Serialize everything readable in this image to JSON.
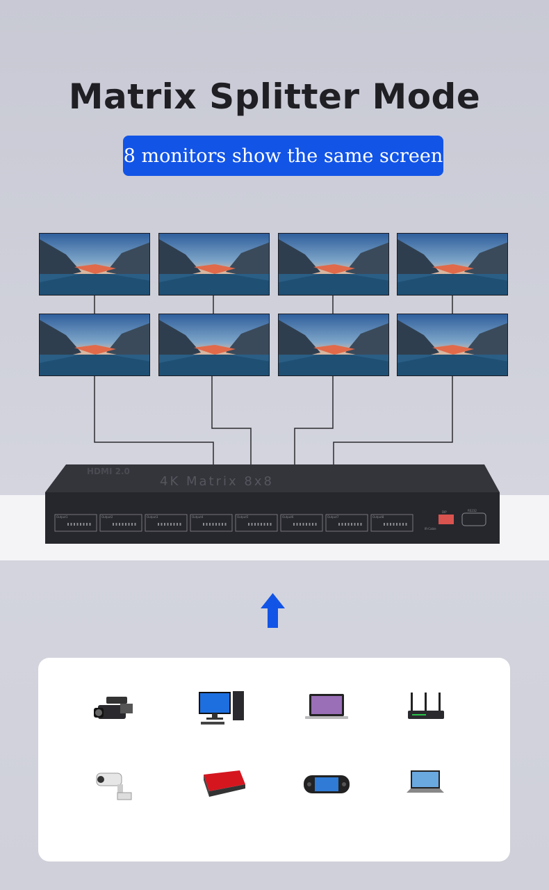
{
  "title": "Matrix Splitter Mode",
  "subtitle": "8 monitors show the same screen",
  "device": {
    "brand": "HDMI 2.0",
    "model": "4K Matrix 8x8",
    "outputs": [
      "Output1",
      "Output2",
      "Output3",
      "Output4",
      "Output5",
      "Output6",
      "Output7",
      "Output8"
    ],
    "ports": [
      "IR-Cable",
      "DIP",
      "RS232"
    ]
  },
  "monitors": [
    "monitor-1",
    "monitor-2",
    "monitor-3",
    "monitor-4",
    "monitor-5",
    "monitor-6",
    "monitor-7",
    "monitor-8"
  ],
  "devices": [
    {
      "icon": "video-camera-icon"
    },
    {
      "icon": "desktop-computer-icon"
    },
    {
      "icon": "laptop-icon"
    },
    {
      "icon": "router-icon"
    },
    {
      "icon": "security-camera-icon"
    },
    {
      "icon": "media-box-icon"
    },
    {
      "icon": "handheld-console-icon"
    },
    {
      "icon": "notebook-icon"
    }
  ],
  "colors": {
    "accent": "#1254e6",
    "arrow": "#1254e6",
    "device_body": "#2a2b30"
  }
}
